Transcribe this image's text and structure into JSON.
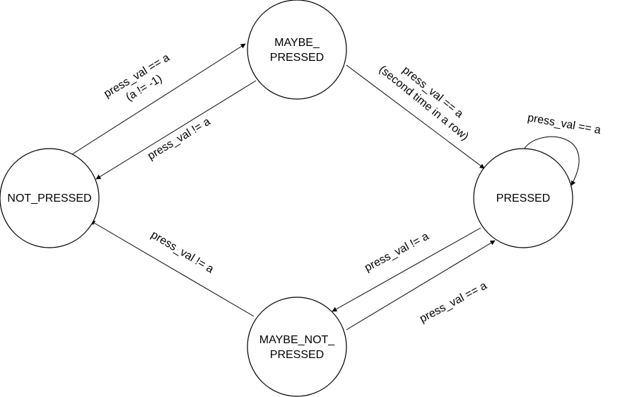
{
  "states": {
    "maybe_pressed": {
      "line1": "MAYBE_",
      "line2": "PRESSED"
    },
    "not_pressed": {
      "label": "NOT_PRESSED"
    },
    "pressed": {
      "label": "PRESSED"
    },
    "maybe_not_pressed": {
      "line1": "MAYBE_NOT_",
      "line2": "PRESSED"
    }
  },
  "transitions": {
    "not_to_maybe": {
      "line1": "press_val == a",
      "line2": "(a != -1)"
    },
    "maybe_to_not": {
      "label": "press_val != a"
    },
    "maybe_to_pressed": {
      "line1": "press_val == a",
      "line2": "(second time in a row)"
    },
    "pressed_self": {
      "label": "press_val == a"
    },
    "pressed_to_maybe_not": {
      "label": "press_val != a"
    },
    "maybe_not_to_pressed": {
      "label": "press_val == a"
    },
    "maybe_not_to_not": {
      "label": "press_val != a"
    }
  },
  "colors": {
    "stroke": "#000000",
    "fill": "#ffffff",
    "text": "#000000"
  }
}
